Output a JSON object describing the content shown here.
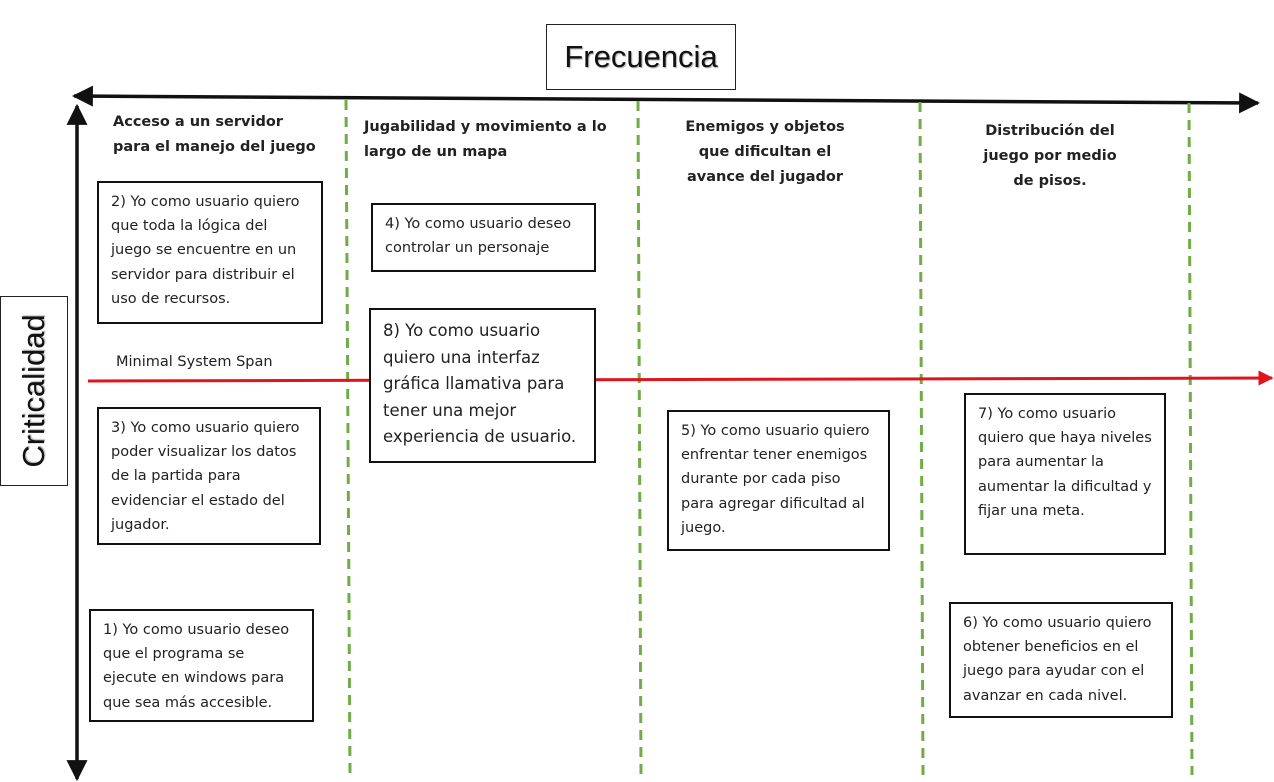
{
  "diagram": {
    "title": "Frecuencia",
    "y_axis_label": "Criticalidad",
    "minimal_system_span_label": "Minimal System Span",
    "columns": [
      {
        "id": "c1",
        "header": [
          "Acceso a un servidor",
          "para el manejo del juego"
        ]
      },
      {
        "id": "c2",
        "header": [
          "Jugabilidad y movimiento a lo",
          "largo de un mapa"
        ]
      },
      {
        "id": "c3",
        "header": [
          "Enemigos y objetos",
          "que dificultan el",
          "avance del jugador"
        ]
      },
      {
        "id": "c4",
        "header": [
          "Distribución del",
          "juego por medio",
          "de pisos."
        ]
      }
    ],
    "stories": [
      {
        "id": "s2",
        "text": "2) Yo como usuario quiero que toda la lógica del juego se encuentre en un servidor para distribuir el uso de recursos."
      },
      {
        "id": "s3",
        "text": "3) Yo como usuario quiero poder visualizar los datos de la partida para evidenciar el estado del jugador."
      },
      {
        "id": "s1",
        "text": "1) Yo como usuario deseo que el programa se ejecute en windows para que sea más accesible."
      },
      {
        "id": "s4",
        "text": "4) Yo como usuario deseo controlar un personaje"
      },
      {
        "id": "s8",
        "text": "8) Yo como usuario quiero una interfaz gráfica llamativa para tener una mejor experiencia de usuario."
      },
      {
        "id": "s5",
        "text": "5) Yo como usuario quiero enfrentar tener enemigos durante por cada piso para agregar dificultad al juego."
      },
      {
        "id": "s7",
        "text": "7) Yo como usuario quiero que haya niveles para aumentar la aumentar la dificultad y fijar una meta."
      },
      {
        "id": "s6",
        "text": "6) Yo como usuario quiero obtener beneficios en el juego para ayudar con el avanzar en cada nivel."
      }
    ],
    "colors": {
      "axis": "#111111",
      "separator": "#70ad47",
      "span_line": "#e0141b",
      "box_border": "#111111"
    }
  }
}
